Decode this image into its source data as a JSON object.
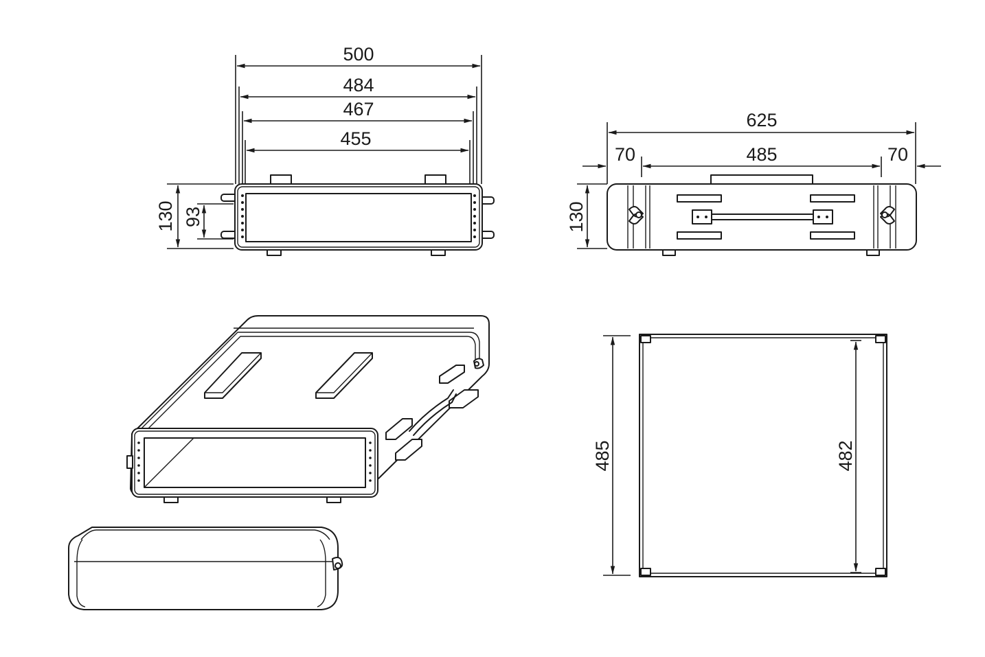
{
  "front_view": {
    "overall_width": "500",
    "outer_rail_width": "484",
    "inner_rail_width": "467",
    "opening_width": "455",
    "overall_height": "130",
    "opening_height": "93"
  },
  "side_view": {
    "overall_length": "625",
    "left_lid_depth": "70",
    "body_depth": "485",
    "right_lid_depth": "70",
    "height": "130"
  },
  "top_view": {
    "outer_depth": "485",
    "inner_depth": "482"
  }
}
